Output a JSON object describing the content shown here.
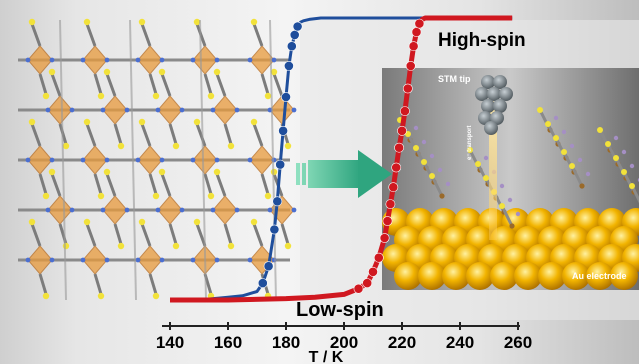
{
  "chart_data": {
    "type": "line",
    "xlabel": "T / K",
    "x_ticks": [
      140,
      160,
      180,
      200,
      220,
      240,
      260
    ],
    "xlim": [
      140,
      260
    ],
    "ylim": [
      0,
      1
    ],
    "annotations": {
      "high_spin": "High-spin",
      "low_spin": "Low-spin",
      "stm_tip": "STM tip",
      "electrode": "Au electrode",
      "transport": "e⁻ transport"
    },
    "series": [
      {
        "color": "#1f4e9c",
        "x": [
          140,
          150,
          160,
          165,
          170,
          172,
          174,
          176,
          177,
          178,
          179,
          180,
          181,
          182,
          183,
          184,
          185,
          186,
          188,
          192,
          200,
          220,
          240,
          258
        ],
        "y": [
          0.0,
          0.0,
          0.01,
          0.015,
          0.03,
          0.06,
          0.12,
          0.25,
          0.35,
          0.48,
          0.6,
          0.72,
          0.83,
          0.9,
          0.94,
          0.97,
          0.985,
          0.99,
          0.995,
          1.0,
          1.0,
          1.0,
          1.0,
          1.0
        ]
      },
      {
        "color": "#d01820",
        "x": [
          140,
          160,
          180,
          190,
          200,
          205,
          208,
          210,
          212,
          214,
          215,
          216,
          217,
          218,
          219,
          220,
          221,
          222,
          223,
          224,
          225,
          226,
          227,
          228,
          230,
          240,
          258
        ],
        "y": [
          0.0,
          0.0,
          0.005,
          0.01,
          0.02,
          0.04,
          0.06,
          0.1,
          0.15,
          0.22,
          0.28,
          0.34,
          0.4,
          0.47,
          0.54,
          0.6,
          0.67,
          0.75,
          0.83,
          0.9,
          0.95,
          0.98,
          0.995,
          1.0,
          1.0,
          1.0,
          1.0
        ]
      }
    ]
  }
}
